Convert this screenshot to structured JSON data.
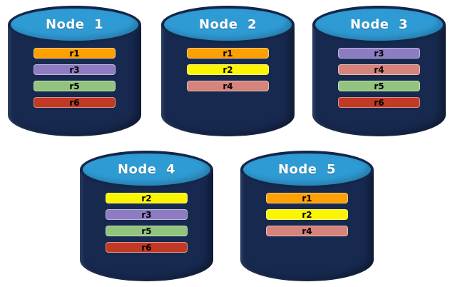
{
  "palette": {
    "cylinder_top": "#2F9BD4",
    "cylinder_body": "#17294F",
    "title_text": "#FFFFFF",
    "bar_text": "#000000",
    "r1": "#FCA004",
    "r2": "#FCF500",
    "r3": "#8E7CC3",
    "r4": "#D5837B",
    "r5": "#93C47D",
    "r6": "#C13A26"
  },
  "nodes": [
    {
      "title": "Node  1",
      "replicas": [
        {
          "label": "r1",
          "color": "#FCA004"
        },
        {
          "label": "r3",
          "color": "#8E7CC3"
        },
        {
          "label": "r5",
          "color": "#93C47D"
        },
        {
          "label": "r6",
          "color": "#C13A26"
        }
      ]
    },
    {
      "title": "Node  2",
      "replicas": [
        {
          "label": "r1",
          "color": "#FCA004"
        },
        {
          "label": "r2",
          "color": "#FCF500"
        },
        {
          "label": "r4",
          "color": "#D5837B"
        }
      ]
    },
    {
      "title": "Node  3",
      "replicas": [
        {
          "label": "r3",
          "color": "#8E7CC3"
        },
        {
          "label": "r4",
          "color": "#D5837B"
        },
        {
          "label": "r5",
          "color": "#93C47D"
        },
        {
          "label": "r6",
          "color": "#C13A26"
        }
      ]
    },
    {
      "title": "Node  4",
      "replicas": [
        {
          "label": "r2",
          "color": "#FCF500"
        },
        {
          "label": "r3",
          "color": "#8E7CC3"
        },
        {
          "label": "r5",
          "color": "#93C47D"
        },
        {
          "label": "r6",
          "color": "#C13A26"
        }
      ]
    },
    {
      "title": "Node  5",
      "replicas": [
        {
          "label": "r1",
          "color": "#FCA004"
        },
        {
          "label": "r2",
          "color": "#FCF500"
        },
        {
          "label": "r4",
          "color": "#D5837B"
        }
      ]
    }
  ]
}
